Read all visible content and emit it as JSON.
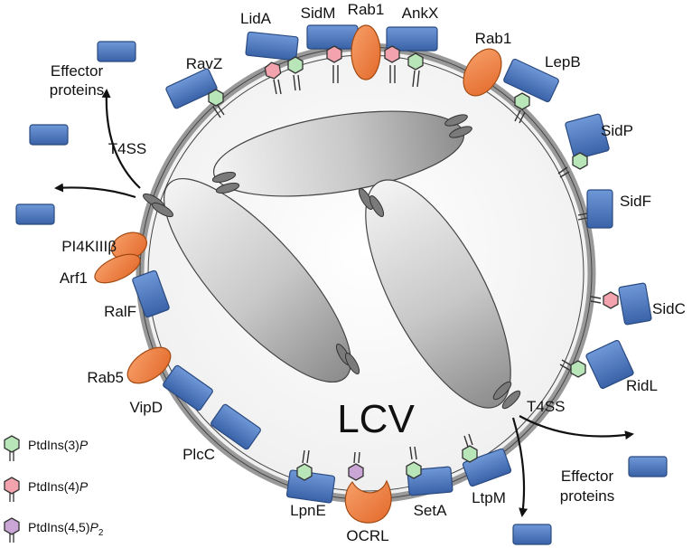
{
  "center_label": "LCV",
  "secretion_labels": {
    "left": "T4SS",
    "right": "T4SS"
  },
  "effector_labels": {
    "top_left": [
      "Effector",
      "proteins"
    ],
    "bottom_right": [
      "Effector",
      "proteins"
    ]
  },
  "proteins": {
    "lida": "LidA",
    "sidm": "SidM",
    "rab1_top": "Rab1",
    "ankx": "AnkX",
    "rab1_right": "Rab1",
    "ravz": "RavZ",
    "lepb": "LepB",
    "sidp": "SidP",
    "sidf": "SidF",
    "sidc": "SidC",
    "ridl": "RidL",
    "pi4kiiib": "PI4KIIIβ",
    "arf1": "Arf1",
    "ralf": "RalF",
    "rab5": "Rab5",
    "vipd": "VipD",
    "plcc": "PlcC",
    "lpne": "LpnE",
    "ocrl": "OCRL",
    "seta": "SetA",
    "ltpm": "LtpM"
  },
  "legend": [
    {
      "label": "PtdIns(3)",
      "sub": "",
      "italic": "P",
      "color": "#b9e6b9"
    },
    {
      "label": "PtdIns(4)",
      "sub": "",
      "italic": "P",
      "color": "#f3a3ad"
    },
    {
      "label": "PtdIns(4,5)",
      "sub": "2",
      "italic": "P",
      "color": "#c9a6d6"
    }
  ],
  "colors": {
    "effector_blue": "#4a78bf",
    "gtpase_orange": "#ef7f3a",
    "pi3p": "#b9e6b9",
    "pi4p": "#f3a3ad",
    "pi45p2": "#c9a6d6"
  }
}
